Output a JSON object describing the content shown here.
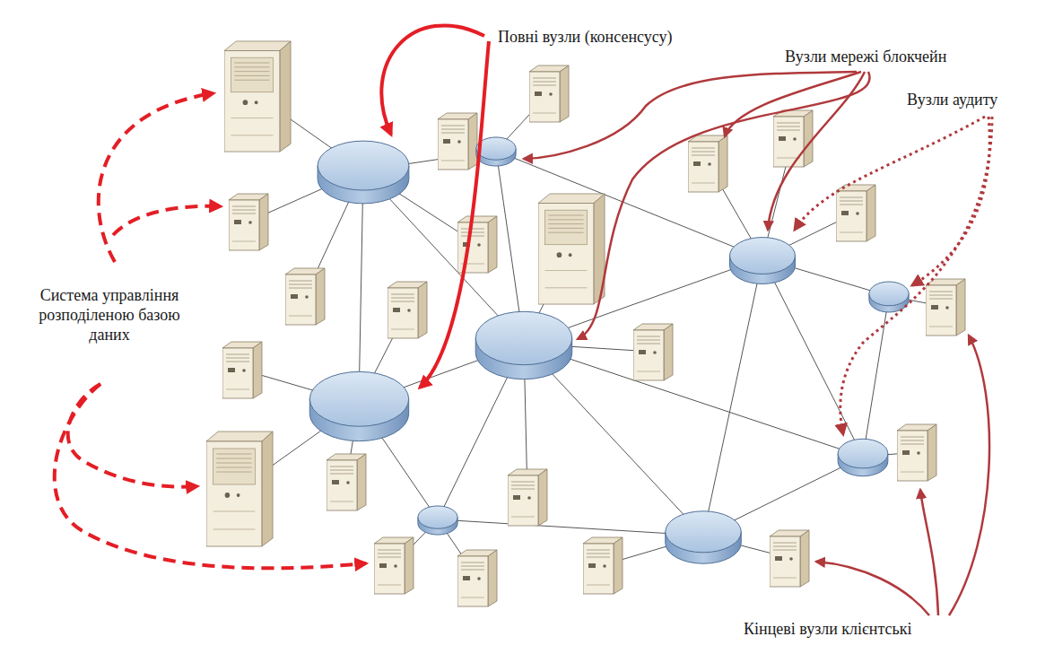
{
  "diagram": {
    "labels": [
      "Повні вузли (консенсусу)",
      "Вузли мережі блокчейн",
      "Вузли аудиту",
      "Система управління розподіленою базою даних",
      "Кінцеві вузли клієнтські"
    ]
  }
}
